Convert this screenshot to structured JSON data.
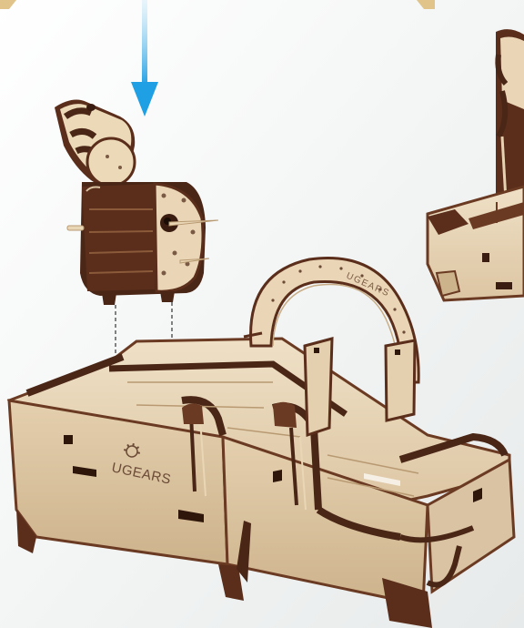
{
  "brand": {
    "text": "UGEARS"
  },
  "arch_engraving": {
    "text": "UGEARS"
  },
  "colors": {
    "background": "#f4f5f5",
    "plywood_light": "#e9d8bd",
    "plywood_mid": "#d9c3a2",
    "plywood_edge": "#6b3a22",
    "plywood_dark": "#4a2616",
    "arrow": "#2aa8e8"
  },
  "icons": {
    "arrow": "down-arrow-icon",
    "logo": "ugears-gear-logo"
  }
}
